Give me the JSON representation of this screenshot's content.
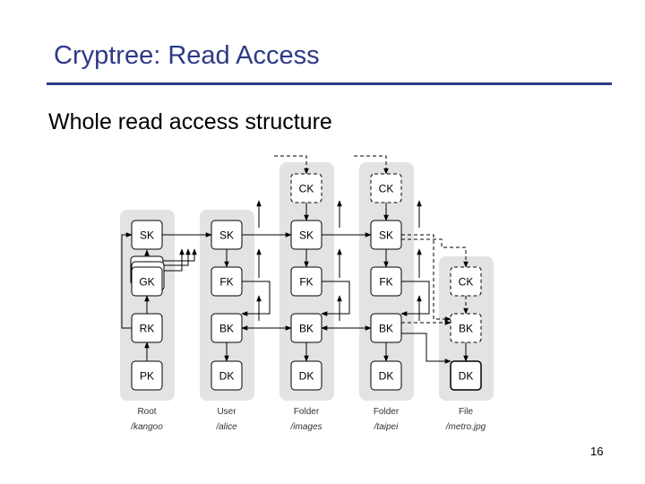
{
  "slide": {
    "title": "Cryptree: Read Access",
    "subtitle": "Whole read access structure",
    "page_number": "16"
  },
  "diagram": {
    "columns": [
      {
        "type": "Root",
        "path": "/kangoo",
        "keys": [
          "SK",
          "GK",
          "RK",
          "PK"
        ]
      },
      {
        "type": "User",
        "path": "/alice",
        "keys": [
          "SK",
          "FK",
          "BK",
          "DK"
        ]
      },
      {
        "type": "Folder",
        "path": "/images",
        "keys": [
          "CK",
          "SK",
          "FK",
          "BK",
          "DK"
        ]
      },
      {
        "type": "Folder",
        "path": "/taipei",
        "keys": [
          "CK",
          "SK",
          "FK",
          "BK",
          "DK"
        ]
      },
      {
        "type": "File",
        "path": "/metro.jpg",
        "keys": [
          "CK",
          "BK",
          "DK"
        ]
      }
    ]
  }
}
